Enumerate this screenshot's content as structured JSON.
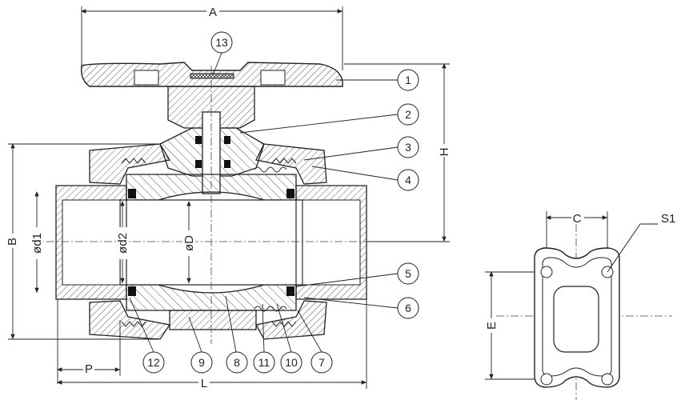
{
  "dimensions": {
    "A": "A",
    "B": "B",
    "H": "H",
    "P": "P",
    "L": "L",
    "C": "C",
    "E": "E",
    "d1": "ød1",
    "d2": "ød2",
    "D": "øD"
  },
  "callouts": [
    "1",
    "2",
    "3",
    "4",
    "5",
    "6",
    "7",
    "8",
    "9",
    "10",
    "11",
    "12",
    "13"
  ],
  "s1": "S1"
}
